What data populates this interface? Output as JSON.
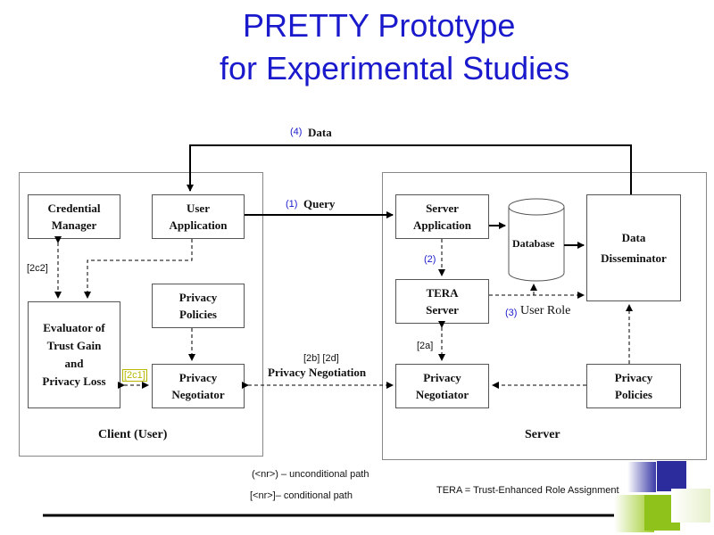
{
  "title": {
    "line1": "PRETTY Prototype",
    "line2": "for Experimental Studies"
  },
  "client": {
    "label": "Client (User)",
    "credential_manager": "Credential\nManager",
    "user_application": "User\nApplication",
    "evaluator": "Evaluator of\nTrust Gain\nand\nPrivacy Loss",
    "privacy_policies": "Privacy\nPolicies",
    "privacy_negotiator": "Privacy\nNegotiator"
  },
  "server": {
    "label": "Server",
    "server_application": "Server\nApplication",
    "database": "Database",
    "data_disseminator": "Data\nDisseminator",
    "tera_server": "TERA\nServer",
    "privacy_negotiator": "Privacy\nNegotiator",
    "privacy_policies": "Privacy\nPolicies"
  },
  "arrows": {
    "data_num": "(4)",
    "data_label": "Data",
    "query_num": "(1)",
    "query_label": "Query",
    "step2": "(2)",
    "role_num": "(3)",
    "role_label": "User Role",
    "step2a": "[2a]",
    "step2b2d": "[2b] [2d]",
    "negotiation_label": "Privacy Negotiation",
    "step2c1": "[2c1]",
    "step2c2": "[2c2]"
  },
  "legend": {
    "unconditional": "(<nr>) – unconditional path",
    "conditional": "[<nr>]– conditional path",
    "tera": "TERA = Trust-Enhanced Role Assignment"
  }
}
